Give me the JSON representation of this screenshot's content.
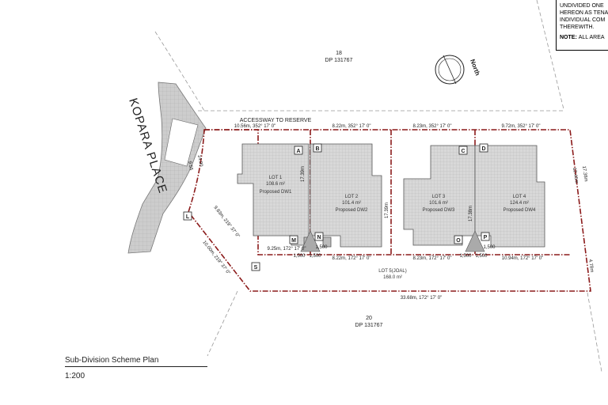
{
  "notes": {
    "lines": [
      "UNDIVIDED ONE",
      "HEREON AS TENA",
      "INDIVIDUAL COM",
      "THEREWITH."
    ],
    "note_label": "NOTE:",
    "note_text": "ALL AREA"
  },
  "neighbours": {
    "north_lot": "18",
    "north_dp": "DP 131767",
    "south_lot": "20",
    "south_dp": "DP 131767"
  },
  "street": "KOPARA PLACE",
  "accessway": "ACCESSWAY TO RESERVE",
  "north_label": "North",
  "lots": [
    {
      "name": "LOT 1",
      "area": "108.6 m²",
      "dw": "Proposed DW1"
    },
    {
      "name": "LOT 2",
      "area": "101.4 m²",
      "dw": "Proposed DW2"
    },
    {
      "name": "LOT 3",
      "area": "101.6 m²",
      "dw": "Proposed DW3"
    },
    {
      "name": "LOT 4",
      "area": "124.4 m²",
      "dw": "Proposed DW4"
    }
  ],
  "common_lot": {
    "name": "LOT 5(JOAL)",
    "area": "168.0 m²"
  },
  "dimensions": {
    "top_1": "10.56m, 352° 17' 0\"",
    "top_2": "8.22m, 352° 17' 0\"",
    "top_3": "8.23m, 352° 17' 0\"",
    "top_4": "9.72m, 352° 17' 0\"",
    "mid_1": "9.25m, 172° 17' 0\"",
    "mid_2": "8.22m, 172° 17' 0\"",
    "mid_3": "8.23m, 172° 17' 0\"",
    "mid_4": "10.94m, 172° 17' 0\"",
    "bottom": "33.68m, 172° 17' 0\"",
    "diag_1": "9.83m, 219° 37' 0\"",
    "diag_2": "10.00m, 219° 37' 0\"",
    "arc_1": "9.55",
    "arc_2": "14.00",
    "side_1": "17.39m",
    "side_2": "17.39m",
    "side_3": "17.38m",
    "side_4": "17.38m",
    "right_1": "12.46m",
    "right_2": "4.78m",
    "w1": "1,500",
    "w2": "1,500",
    "w3": "1,500",
    "w4": "1,500",
    "w5": "1,500",
    "w6": "1,500"
  },
  "markers": {
    "a": "A",
    "b": "B",
    "c": "C",
    "d": "D",
    "l": "L",
    "m": "M",
    "n": "N",
    "o": "O",
    "p": "P",
    "s": "S"
  },
  "title": {
    "name": "Sub-Division Scheme Plan",
    "scale": "1:200"
  },
  "colors": {
    "boundary": "#8b1a1a",
    "building_fill": "#d6d6d6",
    "building_grid": "#b0b0b0",
    "road_fill": "#cfcfcf"
  }
}
